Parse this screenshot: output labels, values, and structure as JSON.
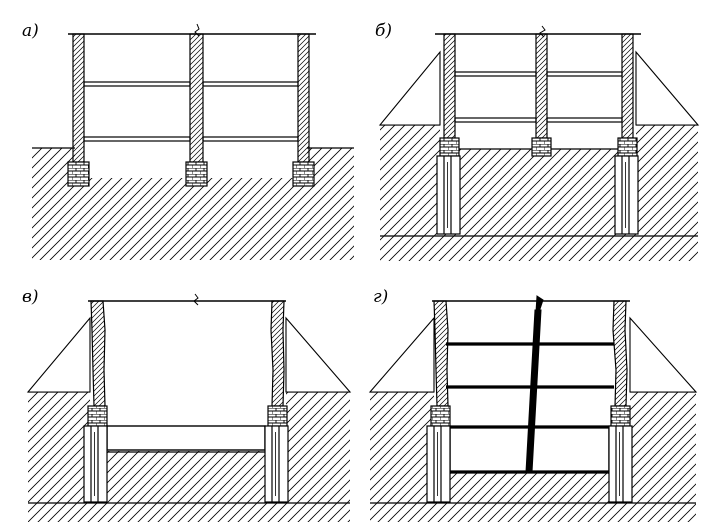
{
  "panels": [
    {
      "id": "a",
      "label": "а)"
    },
    {
      "id": "b",
      "label": "б)"
    },
    {
      "id": "v",
      "label": "в)"
    },
    {
      "id": "g",
      "label": "г)"
    }
  ],
  "colors": {
    "ink": "#000000",
    "paper": "#ffffff"
  }
}
